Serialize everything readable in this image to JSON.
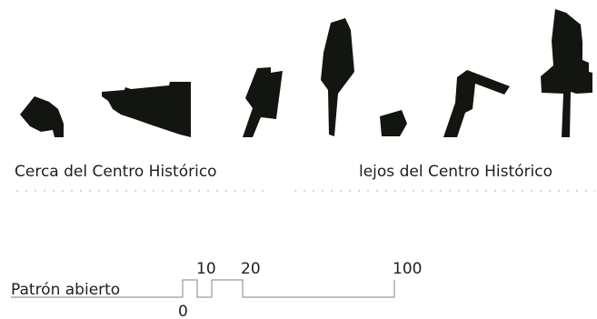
{
  "labels": {
    "near_center": "Cerca del Centro Histórico",
    "far_center": "lejos del Centro Histórico",
    "pattern": "Patrón abierto"
  },
  "scale_ticks": [
    "0",
    "10",
    "20",
    "100"
  ],
  "shapes": [
    {
      "id": "block-1"
    },
    {
      "id": "block-2"
    },
    {
      "id": "block-3"
    },
    {
      "id": "block-4"
    },
    {
      "id": "block-5"
    },
    {
      "id": "block-6"
    },
    {
      "id": "block-7"
    }
  ],
  "colors": {
    "shape_fill": "#121510",
    "text": "#1e1e1e",
    "dotted_rule": "#d6d6d6",
    "scale_line": "#9a9a9a"
  }
}
